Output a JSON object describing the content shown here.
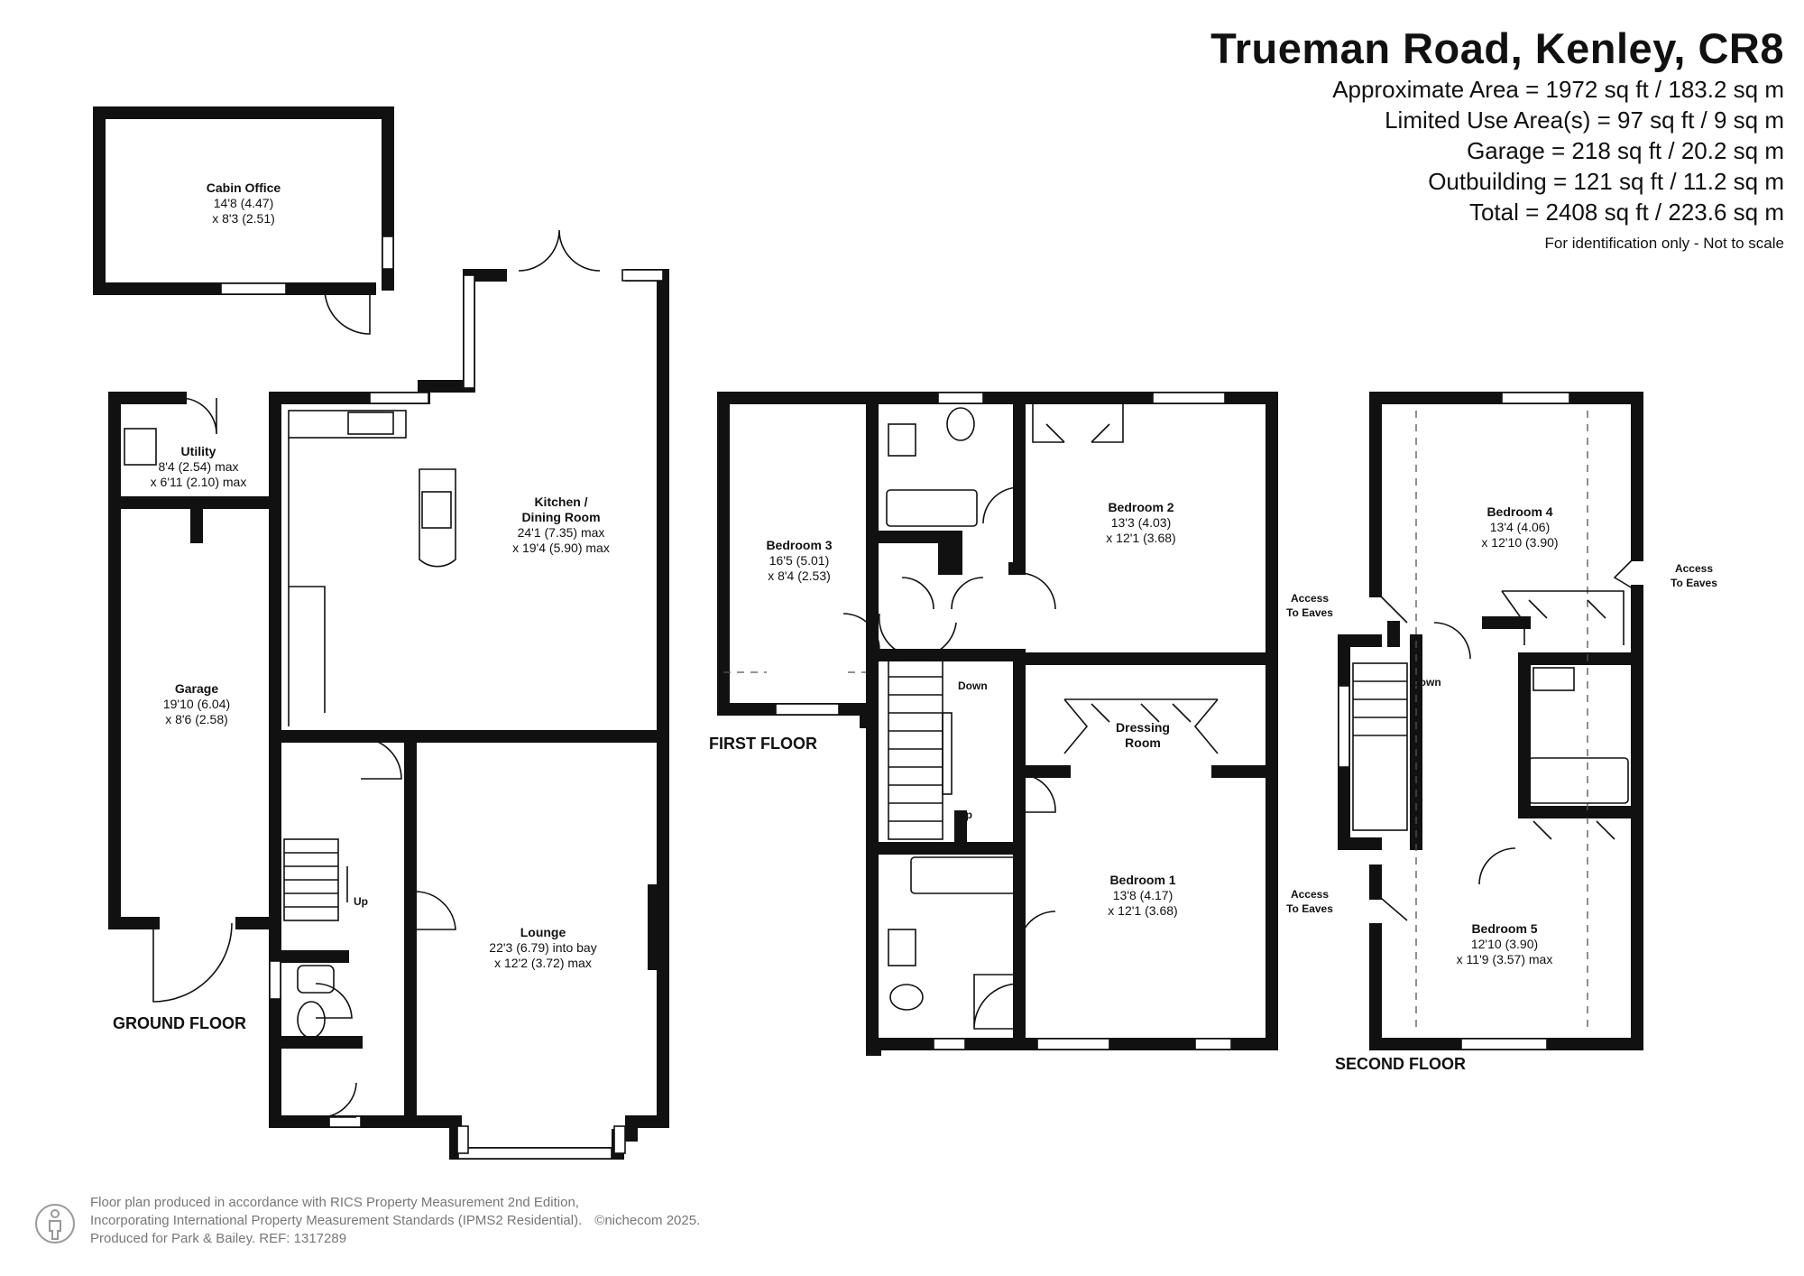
{
  "header": {
    "title": "Trueman Road, Kenley, CR8",
    "areas": [
      "Approximate Area = 1972 sq ft / 183.2 sq m",
      "Limited Use Area(s) = 97 sq ft / 9 sq m",
      "Garage = 218 sq ft / 20.2 sq m",
      "Outbuilding = 121 sq ft / 11.2 sq m",
      "Total = 2408 sq ft / 223.6 sq m"
    ],
    "note": "For identification only - Not to scale"
  },
  "floors": {
    "ground": "GROUND FLOOR",
    "first": "FIRST FLOOR",
    "second": "SECOND FLOOR"
  },
  "rooms": {
    "cabin_office": {
      "name": "Cabin Office",
      "dim1": "14'8 (4.47)",
      "dim2": "x 8'3 (2.51)"
    },
    "utility": {
      "name": "Utility",
      "dim1": "8'4 (2.54) max",
      "dim2": "x 6'11 (2.10) max"
    },
    "kitchen": {
      "name1": "Kitchen /",
      "name2": "Dining Room",
      "dim1": "24'1 (7.35) max",
      "dim2": "x 19'4 (5.90) max"
    },
    "garage": {
      "name": "Garage",
      "dim1": "19'10 (6.04)",
      "dim2": "x 8'6 (2.58)"
    },
    "lounge": {
      "name": "Lounge",
      "dim1": "22'3 (6.79) into bay",
      "dim2": "x 12'2 (3.72) max"
    },
    "bedroom3": {
      "name": "Bedroom 3",
      "dim1": "16'5 (5.01)",
      "dim2": "x 8'4 (2.53)"
    },
    "bedroom2": {
      "name": "Bedroom 2",
      "dim1": "13'3 (4.03)",
      "dim2": "x 12'1 (3.68)"
    },
    "dressing": {
      "name1": "Dressing",
      "name2": "Room"
    },
    "bedroom1": {
      "name": "Bedroom 1",
      "dim1": "13'8 (4.17)",
      "dim2": "x 12'1 (3.68)"
    },
    "bedroom4": {
      "name": "Bedroom 4",
      "dim1": "13'4 (4.06)",
      "dim2": "x 12'10 (3.90)"
    },
    "bedroom5": {
      "name": "Bedroom 5",
      "dim1": "12'10 (3.90)",
      "dim2": "x 11'9 (3.57) max"
    }
  },
  "labels": {
    "up": "Up",
    "down": "Down",
    "access1": "Access",
    "access2": "To Eaves"
  },
  "footer": {
    "line1": "Floor plan produced in accordance with RICS Property Measurement 2nd Edition,",
    "line2": "Incorporating International Property Measurement Standards (IPMS2 Residential).",
    "brand": "©nichecom 2025.",
    "line3": "Produced for Park & Bailey.   REF:  1317289"
  }
}
